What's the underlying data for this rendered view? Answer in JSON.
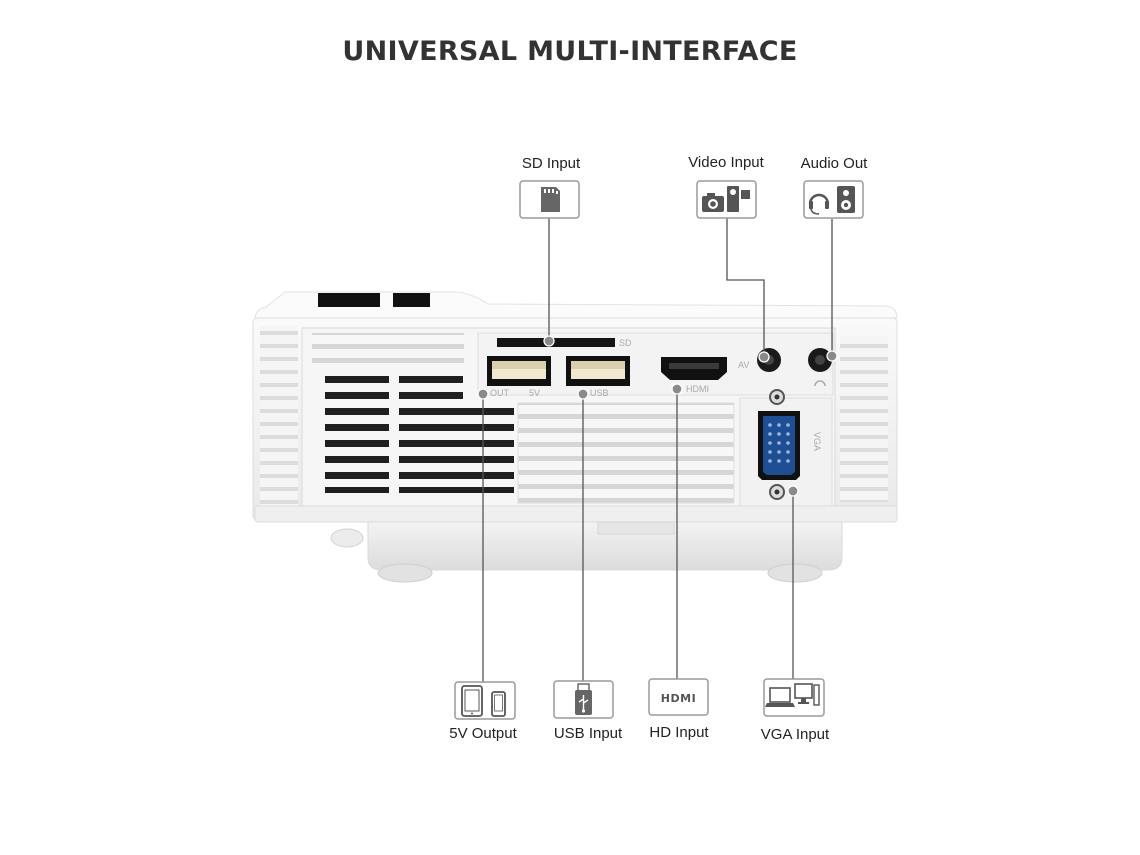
{
  "title": "UNIVERSAL MULTI-INTERFACE",
  "callouts": {
    "sd": {
      "label": "SD Input",
      "icon": "sd-card-icon"
    },
    "video": {
      "label": "Video Input",
      "icon": "camera-camcorder-icon"
    },
    "audio": {
      "label": "Audio Out",
      "icon": "headset-speaker-icon"
    },
    "five_v": {
      "label": "5V Output",
      "icon": "tablet-phone-icon"
    },
    "usb": {
      "label": "USB Input",
      "icon": "usb-stick-icon"
    },
    "hd": {
      "label": "HD Input",
      "icon": "hdmi-logo-icon"
    },
    "vga": {
      "label": "VGA Input",
      "icon": "laptop-desktop-icon"
    }
  },
  "panel_marks": {
    "sd": "SD",
    "av": "AV",
    "out": "OUT",
    "five_v": "5V",
    "usb": "USB",
    "hdmi": "HDMI",
    "vga": "VGA",
    "hdmi_logo": "HDMI"
  },
  "colors": {
    "line": "#555555",
    "icon_box": "#9a9a9a",
    "body": "#f4f4f4",
    "vga_blue": "#1e4f95"
  }
}
